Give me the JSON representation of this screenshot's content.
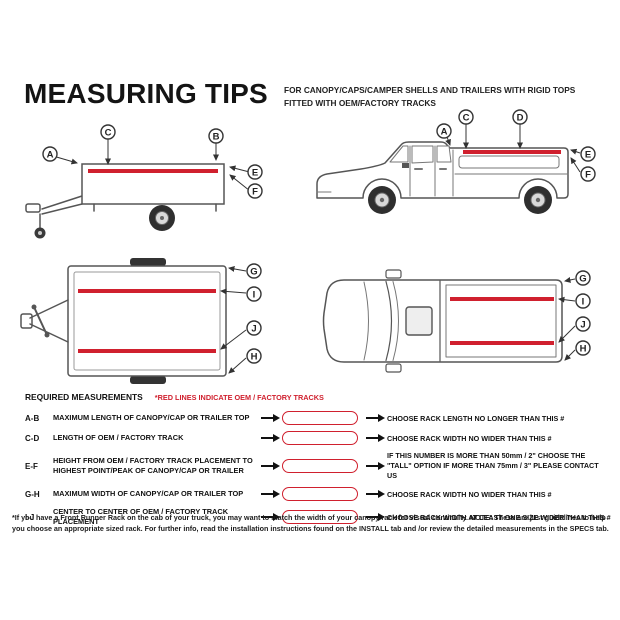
{
  "header": {
    "title": "MEASURING TIPS",
    "subtitle_line1": "FOR CANOPY/CAPS/CAMPER SHELLS AND TRAILERS WITH RIGID TOPS",
    "subtitle_line2": "FITTED WITH OEM/FACTORY TRACKS"
  },
  "letters": {
    "A": "A",
    "B": "B",
    "C": "C",
    "D": "D",
    "E": "E",
    "F": "F",
    "G": "G",
    "H": "H",
    "I": "I",
    "J": "J"
  },
  "colors": {
    "track_red": "#d0202e",
    "line_gray": "#555555"
  },
  "measurements": {
    "section_title": "REQUIRED MEASUREMENTS",
    "legend": "*RED LINES INDICATE OEM / FACTORY TRACKS",
    "rows": [
      {
        "key": "A-B",
        "description": "MAXIMUM LENGTH OF CANOPY/CAP OR TRAILER TOP",
        "result": "CHOOSE RACK LENGTH NO LONGER THAN THIS #"
      },
      {
        "key": "C-D",
        "description": "LENGTH OF OEM / FACTORY TRACK",
        "result": "CHOOSE RACK WIDTH NO WIDER THAN THIS #"
      },
      {
        "key": "E-F",
        "description": "HEIGHT FROM OEM / FACTORY TRACK PLACEMENT TO HIGHEST POINT/PEAK OF CANOPY/CAP OR TRAILER",
        "result": "IF THIS NUMBER IS MORE THAN 50mm / 2\" CHOOSE THE \"TALL\" OPTION IF MORE THAN 75mm / 3\" PLEASE CONTACT US"
      },
      {
        "key": "G-H",
        "description": "MAXIMUM WIDTH OF CANOPY/CAP OR TRAILER TOP",
        "result": "CHOOSE RACK WIDTH NO WIDER THAN THIS #"
      },
      {
        "key": "I-J",
        "description": "CENTER TO CENTER OF OEM / FACTORY TRACK PLACEMENT",
        "result": "CHOOSE RACK WIDTH AT LEAST ONE SIZE WIDER THAN THIS #"
      }
    ]
  },
  "footnote": "*If you have a Front Runner Rack on the cab of your truck, you may want to match the width of your canopy rack for visual continuity. NOTE: These are just guidelines to help you choose an appropriate sized rack. For further info, read the installation instructions found on the INSTALL tab and /or review the detailed measurements in the SPECS tab."
}
